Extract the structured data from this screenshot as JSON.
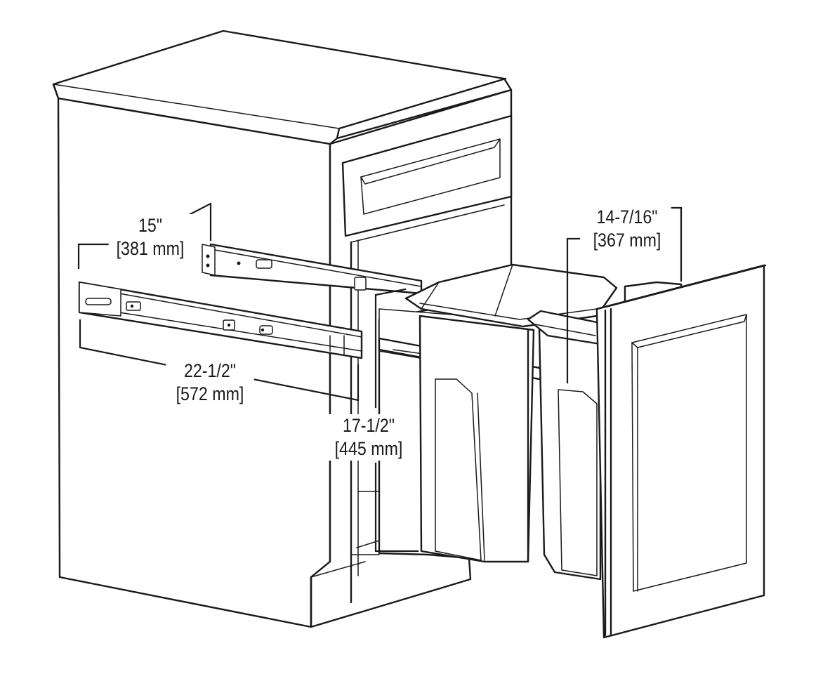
{
  "dimensions": [
    {
      "id": "slide-short",
      "imperial": "15\"",
      "metric": "[381 mm]"
    },
    {
      "id": "slide-long",
      "imperial": "22-1/2\"",
      "metric": "[572 mm]"
    },
    {
      "id": "depth",
      "imperial": "17-1/2\"",
      "metric": "[445 mm]"
    },
    {
      "id": "width",
      "imperial": "14-7/16\"",
      "metric": "[367 mm]"
    }
  ],
  "colors": {
    "line": "#1a1a1a",
    "background": "#ffffff"
  }
}
